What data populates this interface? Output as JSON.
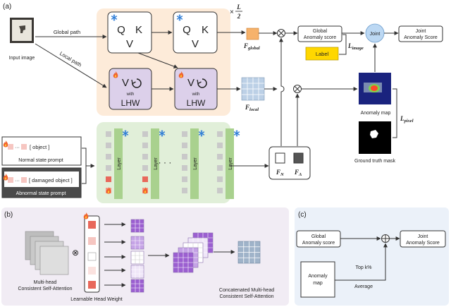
{
  "panels": {
    "a": "(a)",
    "b": "(b)",
    "c": "(c)"
  },
  "inputs": {
    "input_image": "Input image",
    "global_path": "Global path",
    "local_path": "Local path"
  },
  "attention": {
    "q": "Q",
    "k": "K",
    "v": "V",
    "with": "with",
    "lhw": "LHW",
    "repeat_times": "×",
    "repeat_num": "L",
    "repeat_den": "2"
  },
  "features": {
    "global": "F",
    "global_sub": "global",
    "local": "F",
    "local_sub": "local"
  },
  "outputs": {
    "global_score_1": "Global",
    "global_score_2": "Anomaly score",
    "label": "Label",
    "l_image": "L",
    "l_image_sub": "image",
    "joint": "Joint",
    "joint_score_1": "Joint",
    "joint_score_2": "Anomaly Score",
    "anomaly_map": "Anomaly map",
    "ground_truth": "Ground truth mask",
    "l_pixel": "L",
    "l_pixel_sub": "pixel"
  },
  "prompts": {
    "normal_text": "[ object ]",
    "normal_label": "Normal state prompt",
    "abnormal_text": "[ damaged object ]",
    "abnormal_label": "Abnormal state prompt",
    "dots": "···",
    "layer": "Layer",
    "ellipsis": "· · ·"
  },
  "fn_fa": {
    "fn": "F",
    "fn_sub": "N",
    "fa": "F",
    "fa_sub": "A"
  },
  "panel_b": {
    "mhcsa_1": "Multi-head",
    "mhcsa_2": "Consistent Self-Attention",
    "otimes": "⊗",
    "head_weight": "Learnable Head Weight",
    "concat_1": "Concatenated Multi-head",
    "concat_2": "Consistent Self-Attention"
  },
  "panel_c": {
    "global_1": "Global",
    "global_2": "Anomaly score",
    "joint_1": "Joint",
    "joint_2": "Anomaly Score",
    "map_1": "Anomaly",
    "map_2": "map",
    "topk_1": "Top k%",
    "topk_2": "Average"
  },
  "colors": {
    "attn_panel": "#fdebd9",
    "vv_box": "#dcd0ea",
    "prompt_panel": "#e1efd9",
    "layer": "#a9d18e",
    "label_box": "#ffd700",
    "feature_global": "#f6b26b",
    "joint_circle": "#bcd8f3",
    "panel_b_bg": "#f1ecf4",
    "panel_c_bg": "#ebf1f9",
    "purple_dark": "#9b5fd0",
    "red_token": "#e8685b",
    "pink_token": "#f6c6c1"
  },
  "icons": [
    "snowflake-icon",
    "fire-icon",
    "rotate-icon",
    "otimes-icon",
    "oplus-icon"
  ]
}
